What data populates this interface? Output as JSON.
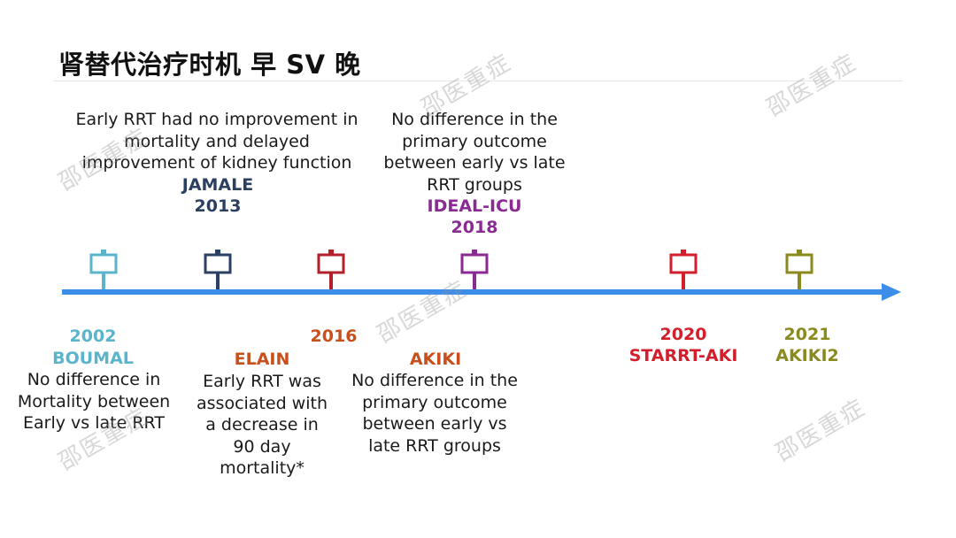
{
  "title": "肾替代治疗时机 早 SV 晚",
  "watermark": "邵医重症",
  "colors": {
    "axis": "#3d8ee8",
    "boumal": "#5ab4cc",
    "jamale": "#2b3f63",
    "elain": "#c8501d",
    "elain_marker": "#b3202a",
    "ideal": "#8a2a93",
    "starrt": "#d21f2b",
    "akiki2": "#8a8a1e"
  },
  "events": {
    "boumal": {
      "year": "2002",
      "name": "BOUMAL",
      "desc": "No difference in\nMortality between\nEarly vs late RRT"
    },
    "jamale": {
      "year": "2013",
      "name": "JAMALE",
      "desc": "Early RRT had no improvement in\nmortality and delayed\nimprovement of kidney function"
    },
    "elain": {
      "year": "2016",
      "name": "ELAIN",
      "desc": "Early RRT was\nassociated with\na decrease in\n90 day\nmortality*"
    },
    "ideal": {
      "year": "2018",
      "name": "IDEAL-ICU",
      "desc": "No difference in the\nprimary outcome\nbetween early vs late\nRRT groups"
    },
    "akiki": {
      "name": "AKIKI",
      "desc": "No difference in the\nprimary outcome\nbetween early vs\nlate RRT groups"
    },
    "starrt": {
      "year": "2020",
      "name": "STARRT-AKI"
    },
    "akiki2": {
      "year": "2021",
      "name": "AKIKI2"
    }
  }
}
